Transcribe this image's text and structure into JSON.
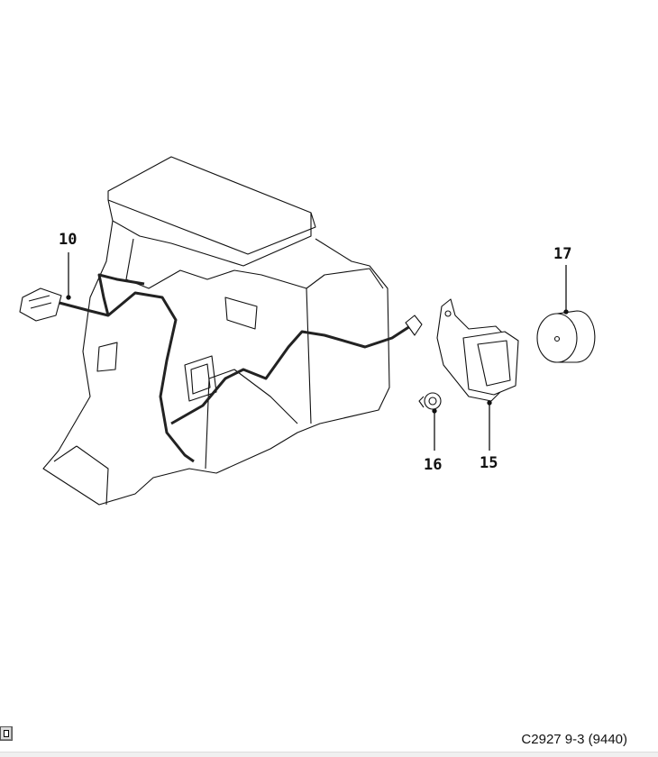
{
  "callouts": {
    "p10": "10",
    "p15": "15",
    "p16": "16",
    "p17": "17"
  },
  "caption": "C2927 9-3 (9440)",
  "toolbar": {
    "fit_icon": "fit-view-icon"
  }
}
